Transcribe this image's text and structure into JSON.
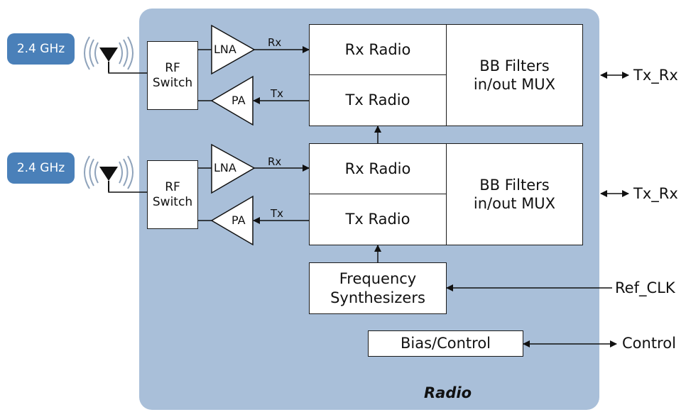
{
  "panel": {
    "title": "Radio",
    "color": "#a9bfd9"
  },
  "badge_color": "#4a80b9",
  "channels": [
    {
      "band": "2.4 GHz",
      "rf_switch": "RF\nSwitch",
      "lna": "LNA",
      "pa": "PA",
      "rx_signal": "Rx",
      "tx_signal": "Tx",
      "rx_radio": "Rx Radio",
      "tx_radio": "Tx Radio",
      "bb": "BB  Filters\nin/out  MUX",
      "io": "Tx_Rx"
    },
    {
      "band": "2.4 GHz",
      "rf_switch": "RF\nSwitch",
      "lna": "LNA",
      "pa": "PA",
      "rx_signal": "Rx",
      "tx_signal": "Tx",
      "rx_radio": "Rx Radio",
      "tx_radio": "Tx Radio",
      "bb": "BB  Filters\nin/out  MUX",
      "io": "Tx_Rx"
    }
  ],
  "synth": {
    "label": "Frequency\nSynthesizers",
    "input": "Ref_CLK"
  },
  "bias": {
    "label": "Bias/Control",
    "io": "Control"
  },
  "icons": {
    "antenna": "antenna-icon"
  }
}
